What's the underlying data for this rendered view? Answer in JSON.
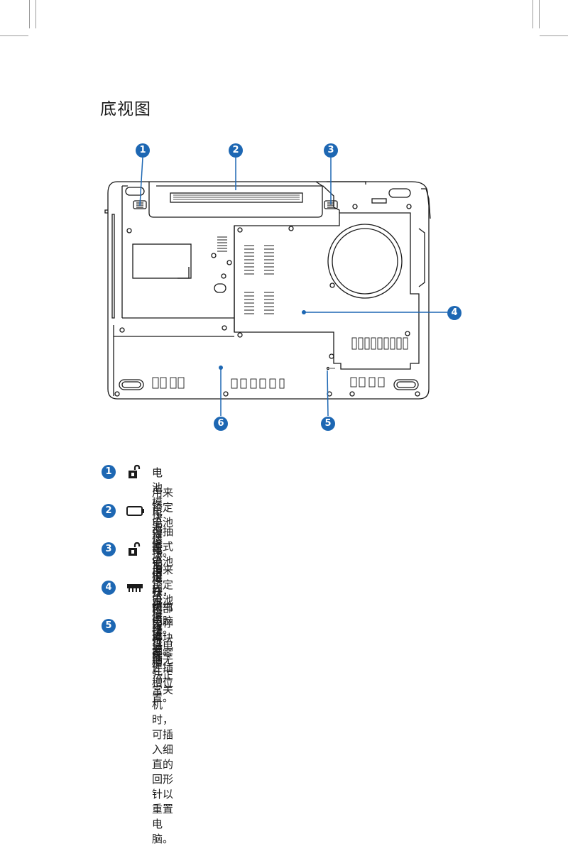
{
  "page_title": "底视图",
  "callouts": [
    "1",
    "2",
    "3",
    "4",
    "5",
    "6"
  ],
  "legend": [
    {
      "num": "1",
      "icon": "unlock-icon",
      "title": "电池模块弹簧锁定开关",
      "desc": "用来锁定电池模块。"
    },
    {
      "num": "2",
      "icon": "battery-icon",
      "title": "电池模块槽",
      "desc": "可抽换式电池模块，供给电脑电源。"
    },
    {
      "num": "3",
      "icon": "unlock-icon",
      "title": "电池模块锁定开关",
      "desc": "用来锁定电池模块。"
    },
    {
      "num": "4",
      "icon": "memory-icon",
      "title": "内存模块插槽",
      "desc": "内部内存模块等零件插槽位置。"
    },
    {
      "num": "5",
      "icon": "",
      "title": "复位插孔",
      "desc": "当电脑无法正常关机时，可插入细直的回形针以重置电脑。"
    }
  ],
  "colors": {
    "accent": "#1d67b3",
    "line": "#1a1a1a"
  }
}
